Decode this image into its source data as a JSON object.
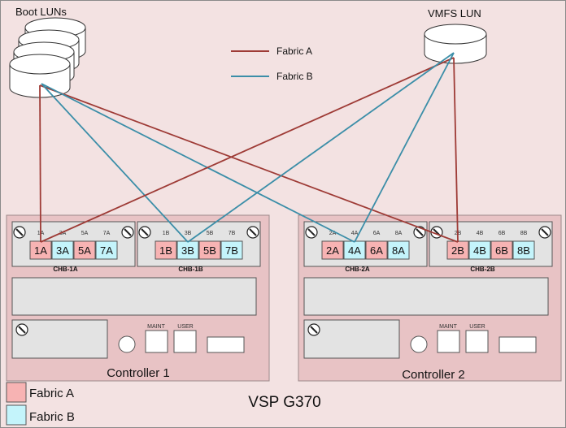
{
  "boot_luns_label": "Boot LUNs",
  "vmfs_lun_label": "VMFS LUN",
  "legend_lines": [
    {
      "label": "Fabric A",
      "color": "#9e3b36"
    },
    {
      "label": "Fabric B",
      "color": "#3b8ea8"
    }
  ],
  "legend_boxes": [
    {
      "label": "Fabric A",
      "color": "#f7b3b3"
    },
    {
      "label": "Fabric B",
      "color": "#c4f4fb"
    }
  ],
  "storage_label": "VSP G370",
  "controllers": [
    {
      "label": "Controller 1",
      "boards": [
        {
          "name": "CHB-1A",
          "small": [
            "1A",
            "3A",
            "5A",
            "7A"
          ],
          "ports": [
            {
              "label": "1A",
              "fabric": "A"
            },
            {
              "label": "3A",
              "fabric": "B"
            },
            {
              "label": "5A",
              "fabric": "A"
            },
            {
              "label": "7A",
              "fabric": "B"
            }
          ]
        },
        {
          "name": "CHB-1B",
          "small": [
            "1B",
            "3B",
            "5B",
            "7B"
          ],
          "ports": [
            {
              "label": "1B",
              "fabric": "A"
            },
            {
              "label": "3B",
              "fabric": "B"
            },
            {
              "label": "5B",
              "fabric": "A"
            },
            {
              "label": "7B",
              "fabric": "B"
            }
          ]
        }
      ],
      "maint_label": "MAINT",
      "user_label": "USER"
    },
    {
      "label": "Controller 2",
      "boards": [
        {
          "name": "CHB-2A",
          "small": [
            "2A",
            "4A",
            "6A",
            "8A"
          ],
          "ports": [
            {
              "label": "2A",
              "fabric": "A"
            },
            {
              "label": "4A",
              "fabric": "B"
            },
            {
              "label": "6A",
              "fabric": "A"
            },
            {
              "label": "8A",
              "fabric": "B"
            }
          ]
        },
        {
          "name": "CHB-2B",
          "small": [
            "2B",
            "4B",
            "6B",
            "8B"
          ],
          "ports": [
            {
              "label": "2B",
              "fabric": "A"
            },
            {
              "label": "4B",
              "fabric": "B"
            },
            {
              "label": "6B",
              "fabric": "A"
            },
            {
              "label": "8B",
              "fabric": "B"
            }
          ]
        }
      ],
      "maint_label": "MAINT",
      "user_label": "USER"
    }
  ],
  "connections": [
    {
      "from": "boot",
      "to": "1A",
      "fabric": "A"
    },
    {
      "from": "boot",
      "to": "2B",
      "fabric": "A"
    },
    {
      "from": "boot",
      "to": "3B",
      "fabric": "B"
    },
    {
      "from": "boot",
      "to": "4A",
      "fabric": "B"
    },
    {
      "from": "vmfs",
      "to": "1A",
      "fabric": "A"
    },
    {
      "from": "vmfs",
      "to": "2B",
      "fabric": "A"
    },
    {
      "from": "vmfs",
      "to": "3B",
      "fabric": "B"
    },
    {
      "from": "vmfs",
      "to": "4A",
      "fabric": "B"
    }
  ]
}
